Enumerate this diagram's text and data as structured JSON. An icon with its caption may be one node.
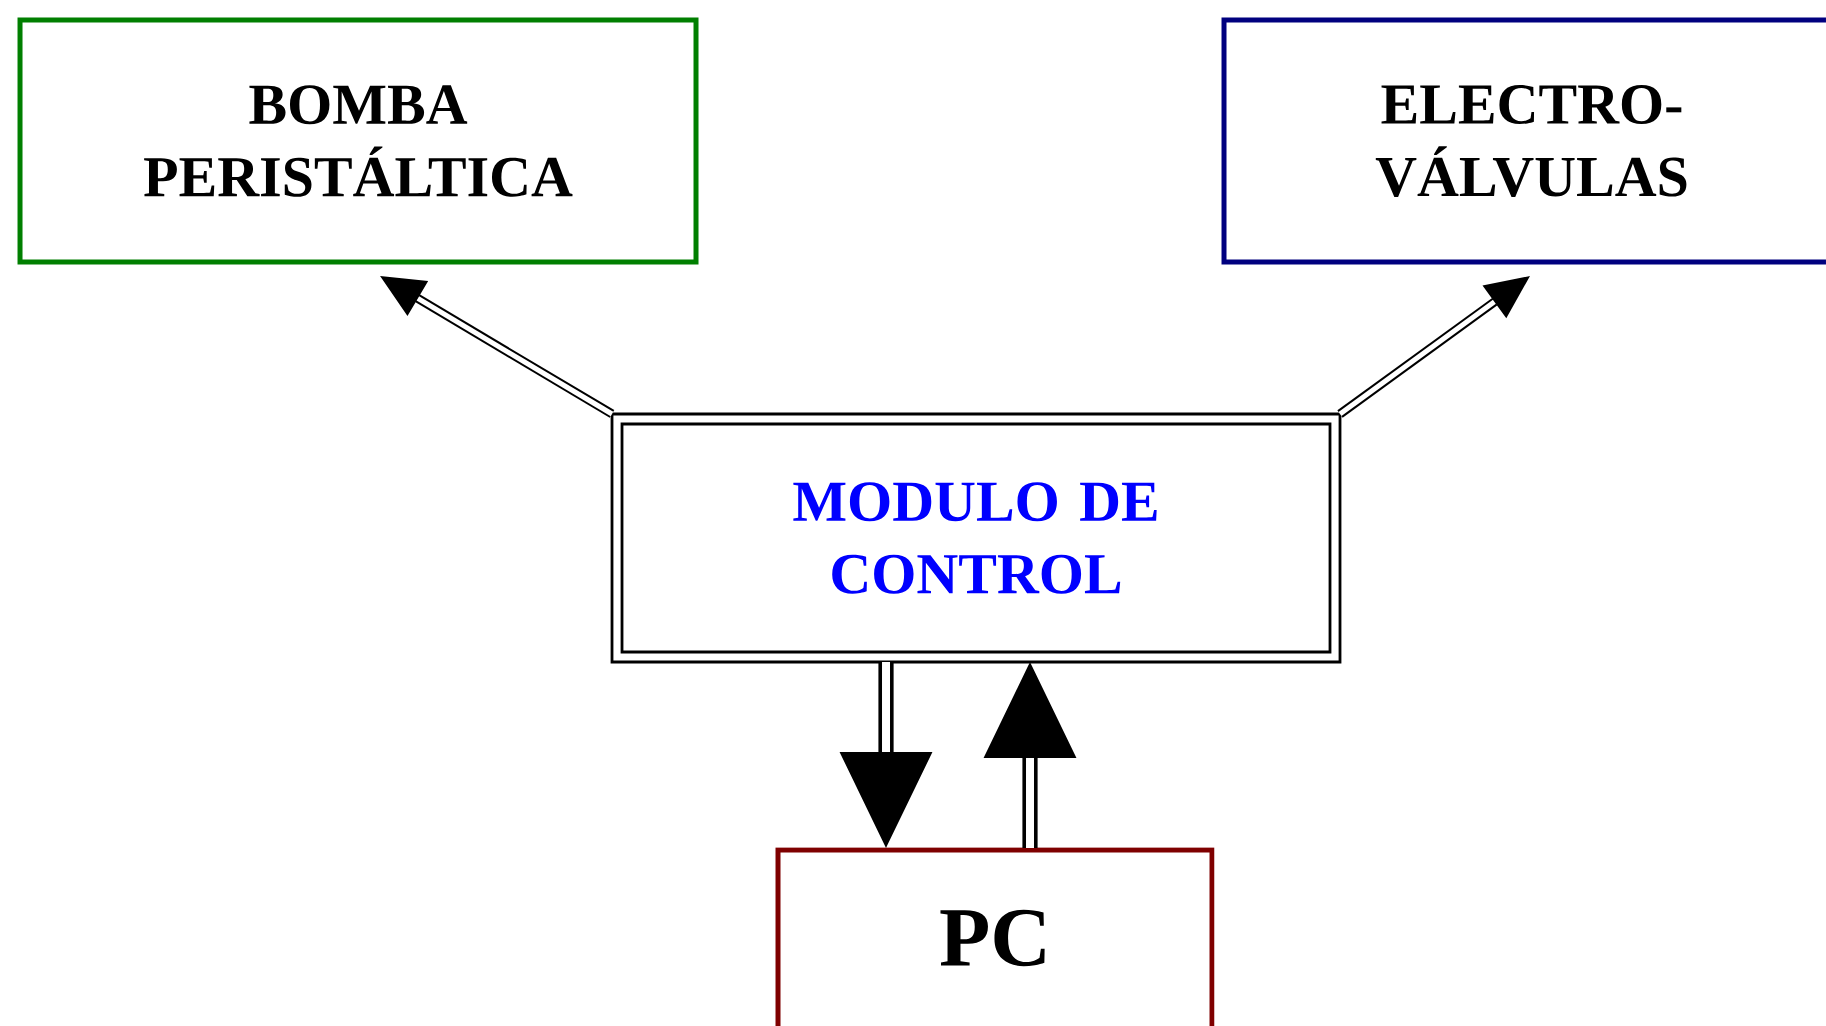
{
  "diagram": {
    "nodes": [
      {
        "text": [
          "BOMBA PERISTÁLTICA"
        ]
      },
      {
        "text": [
          "ELECTRO- VÁLVULAS"
        ]
      },
      {
        "text": [
          "MODULO DE CONTROL"
        ]
      },
      {
        "text": [
          "PC"
        ]
      }
    ],
    "edges": [
      {
        "from": 2,
        "to": 0,
        "arrow": "to"
      },
      {
        "from": 2,
        "to": 1,
        "arrow": "to"
      },
      {
        "from": 2,
        "to": 3,
        "arrow": "to"
      },
      {
        "from": 3,
        "to": 2,
        "arrow": "to"
      }
    ]
  }
}
